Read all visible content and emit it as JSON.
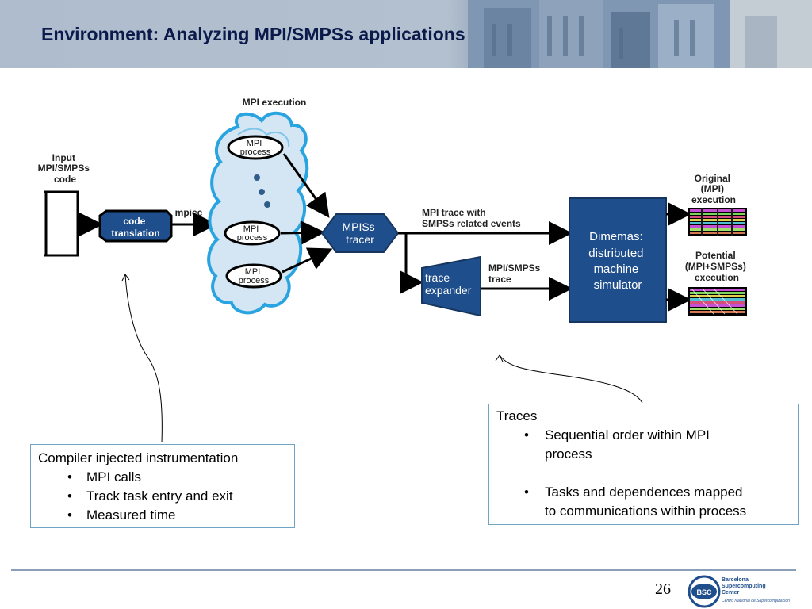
{
  "slide": {
    "title": "Environment: Analyzing MPI/SMPSs applications",
    "page_number": "26"
  },
  "diagram": {
    "input_label": [
      "Input",
      "MPI/SMPSs",
      "code"
    ],
    "code_translation": [
      "code",
      "translation"
    ],
    "mpicc": "mpicc",
    "mpi_execution": "MPI execution",
    "mpi_process_1": [
      "MPI",
      "process"
    ],
    "mpi_process_2": [
      "MPI",
      "process"
    ],
    "mpi_process_3": [
      "MPI",
      "process"
    ],
    "tracer": [
      "MPISs",
      "tracer"
    ],
    "mpi_trace_label": [
      "MPI trace with",
      "SMPSs related events"
    ],
    "trace_expander": [
      "trace",
      "expander"
    ],
    "mpi_smpss_trace": [
      "MPI/SMPSs",
      "trace"
    ],
    "dimemas": [
      "Dimemas:",
      "distributed",
      "machine",
      "simulator"
    ],
    "original": [
      "Original",
      "(MPI)",
      "execution"
    ],
    "potential": [
      "Potential",
      "(MPI+SMPSs)",
      "execution"
    ]
  },
  "callout_left": {
    "heading": "Compiler injected instrumentation",
    "items": [
      "MPI calls",
      "Track task entry and exit",
      "Measured time"
    ]
  },
  "callout_right": {
    "heading": "Traces",
    "items": [
      [
        "Sequential order within MPI",
        "process"
      ],
      [
        "Tasks and dependences mapped",
        "to communications within process"
      ]
    ]
  },
  "logo": {
    "line1": "Barcelona",
    "line2": "Supercomputing",
    "line3": "Center",
    "subtitle": "Centro Nacional de Supercomputación",
    "mark": "BSC"
  },
  "colors": {
    "box_blue": "#1f4e8c",
    "cloud": "#2aa4e0",
    "title": "#0b1a4a"
  }
}
